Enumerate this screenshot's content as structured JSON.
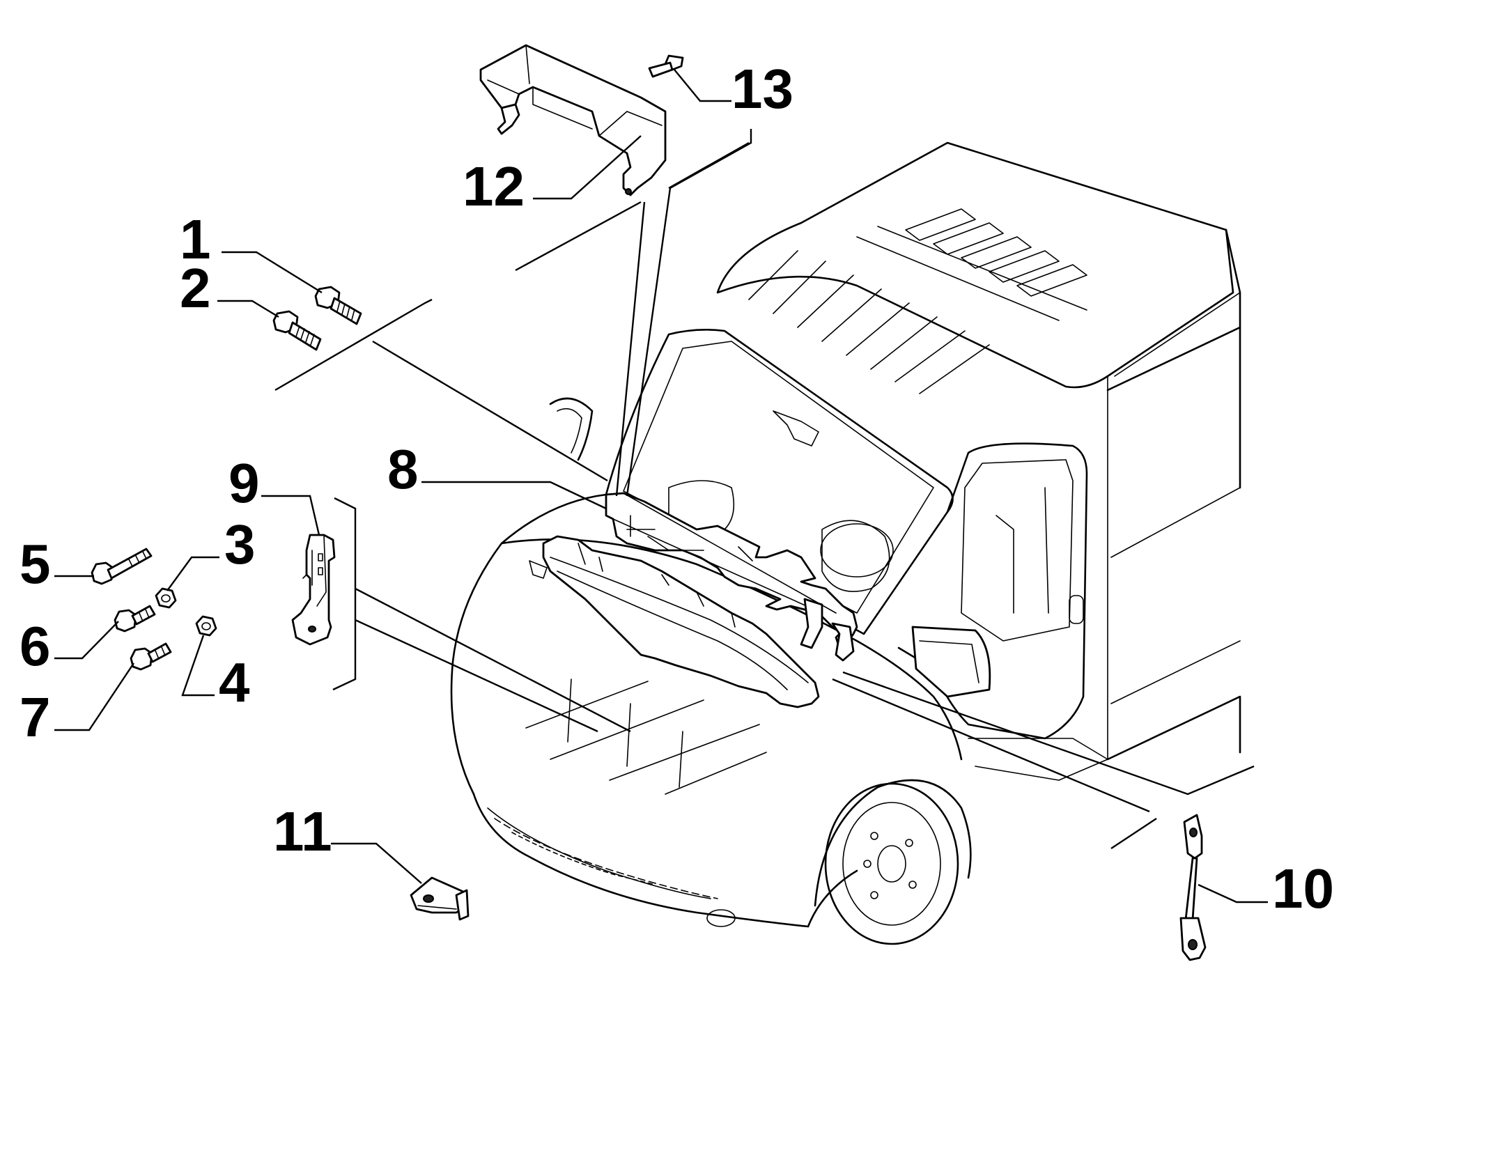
{
  "diagram": {
    "parts": [
      {
        "id": "1",
        "name": "bolt"
      },
      {
        "id": "2",
        "name": "bolt"
      },
      {
        "id": "3",
        "name": "nut"
      },
      {
        "id": "4",
        "name": "nut"
      },
      {
        "id": "5",
        "name": "bolt"
      },
      {
        "id": "6",
        "name": "bolt"
      },
      {
        "id": "7",
        "name": "bolt"
      },
      {
        "id": "8",
        "name": "crossmember"
      },
      {
        "id": "9",
        "name": "bracket"
      },
      {
        "id": "10",
        "name": "ground-strap"
      },
      {
        "id": "11",
        "name": "bracket"
      },
      {
        "id": "12",
        "name": "cover"
      },
      {
        "id": "13",
        "name": "screw"
      }
    ]
  }
}
